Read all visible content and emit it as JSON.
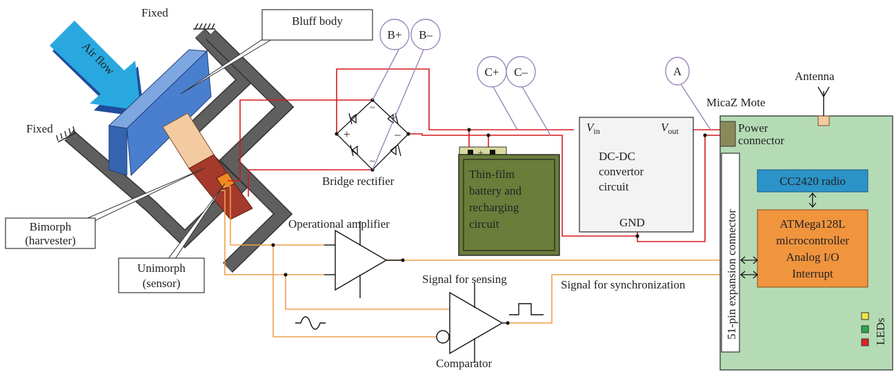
{
  "labels": {
    "fixed_top": "Fixed",
    "fixed_left": "Fixed",
    "bluff_body": "Bluff body",
    "air_flow": "Air flow",
    "bimorph_line1": "Bimorph",
    "bimorph_line2": "(harvester)",
    "unimorph_line1": "Unimorph",
    "unimorph_line2": "(sensor)",
    "bridge_rectifier": "Bridge rectifier",
    "op_amp": "Operational amplifier",
    "signal_sensing": "Signal for sensing",
    "signal_sync": "Signal for synchronization",
    "comparator": "Comparator",
    "battery_line1": "Thin-film",
    "battery_line2": "battery and",
    "battery_line3": "recharging",
    "battery_line4": "circuit",
    "dcdc_line1": "DC-DC",
    "dcdc_line2": "convertor",
    "dcdc_line3": "circuit",
    "vin_main": "V",
    "vin_sub": "in",
    "vout_main": "V",
    "vout_sub": "out",
    "gnd": "GND",
    "micaz": "MicaZ Mote",
    "antenna": "Antenna",
    "power_line1": "Power",
    "power_line2": "connector",
    "expansion": "51-pin expansion connector",
    "radio": "CC2420 radio",
    "mcu_line1": "ATMega128L",
    "mcu_line2": "microcontroller",
    "mcu_line3": "Analog I/O",
    "mcu_line4": "Interrupt",
    "leds": "LEDs",
    "bridge_plus": "+",
    "bridge_minus": "–",
    "battery_plus": "+"
  },
  "markers": {
    "b_plus": "B+",
    "b_minus": "B–",
    "c_plus": "C+",
    "c_minus": "C–",
    "a": "A"
  },
  "colors": {
    "power_wire": "#d7191c",
    "signal_wire": "#f0a04b",
    "marker_line": "#9a86b8",
    "mote_board": "#b5dbb5",
    "radio": "#2b93c8",
    "mcu": "#f0943e",
    "battery": "#6b7d3a",
    "bluff_body": "#4a7fd0",
    "air_flow": "#29a8e0",
    "frame": "#5f5f5f",
    "led_yellow": "#f2e640",
    "led_green": "#2aa84a",
    "led_red": "#e02424"
  }
}
